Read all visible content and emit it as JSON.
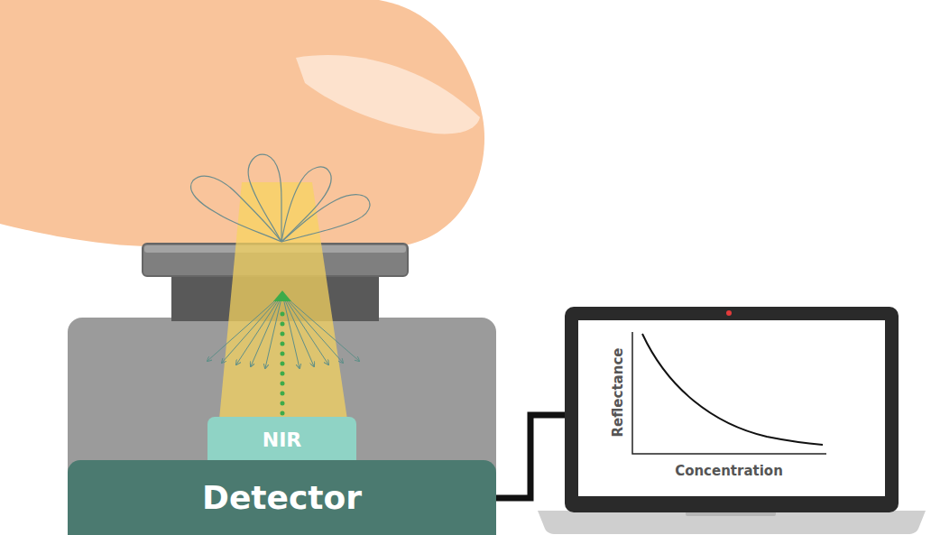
{
  "diagram": {
    "nodes": [
      {
        "text": [
          "NIR"
        ]
      },
      {
        "text": [
          "Detector"
        ]
      }
    ],
    "labels": [
      "Reflectance",
      "Concentration"
    ]
  }
}
